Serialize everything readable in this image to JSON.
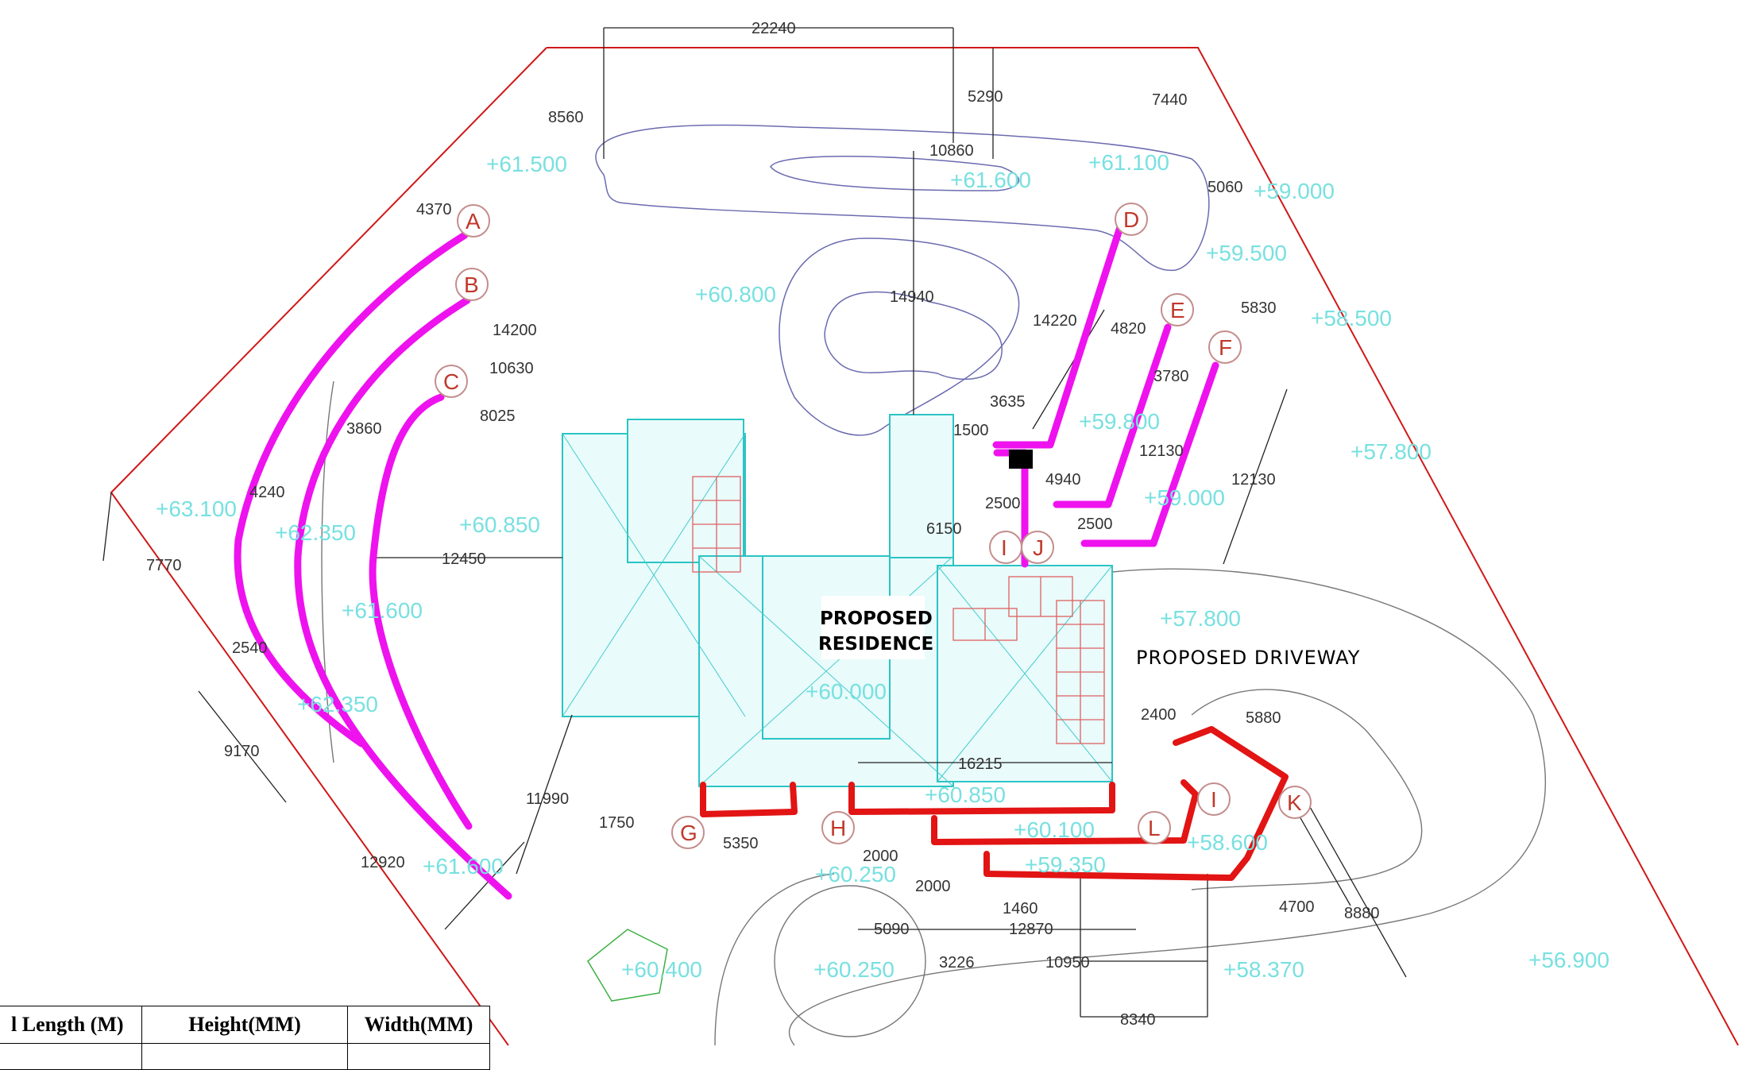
{
  "labels": {
    "residence_line1": "PROPOSED",
    "residence_line2": "RESIDENCE",
    "driveway": "PROPOSED DRIVEWAY"
  },
  "markers": [
    "A",
    "B",
    "C",
    "D",
    "E",
    "F",
    "G",
    "H",
    "I",
    "J",
    "K",
    "L"
  ],
  "levels": [
    "+61.500",
    "+61.600",
    "+61.100",
    "+59.000",
    "+59.500",
    "+58.500",
    "+60.800",
    "+59.800",
    "+57.800",
    "+59.000",
    "+63.100",
    "+62.350",
    "+60.850",
    "+61.600",
    "+62.350",
    "+61.600",
    "+60.400",
    "+60.250",
    "+60.000",
    "+57.800",
    "+60.850",
    "+60.100",
    "+59.350",
    "+58.600",
    "+60.250",
    "+58.370",
    "+56.900"
  ],
  "dimensions": [
    "22240",
    "5290",
    "7440",
    "8560",
    "10860",
    "4370",
    "5060",
    "14940",
    "14220",
    "5830",
    "4820",
    "14200",
    "10630",
    "3635",
    "3780",
    "8025",
    "3860",
    "1500",
    "12130",
    "4940",
    "12130",
    "4240",
    "2500",
    "2500",
    "6150",
    "12450",
    "7770",
    "2540",
    "9170",
    "11990",
    "12920",
    "1750",
    "5350",
    "2400",
    "5880",
    "16215",
    "2000",
    "2000",
    "1460",
    "5090",
    "12870",
    "4700",
    "8880",
    "3226",
    "10950",
    "8340"
  ],
  "legend": {
    "col1": "l Length (M)",
    "col2": "Height(MM)",
    "col3": "Width(MM)"
  },
  "colors": {
    "boundary": "#d01818",
    "retaining_wall_pink": "#ee12ee",
    "retaining_wall_red": "#e21414",
    "roof": "#2bc4c4",
    "level_text": "#79e0e0"
  }
}
